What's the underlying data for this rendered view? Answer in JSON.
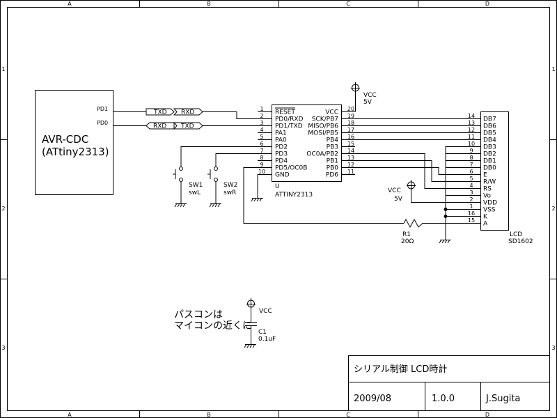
{
  "frame": {
    "col_letters": [
      "A",
      "B",
      "C",
      "D"
    ],
    "row_numbers": [
      "1",
      "2",
      "3"
    ]
  },
  "avr_cdc": {
    "title": "AVR-CDC",
    "subtitle": "(ATtiny2313)",
    "pin_pd1": "PD1",
    "pin_pd0": "PD0"
  },
  "signals": {
    "txd": "TXD",
    "rxd": "RXD"
  },
  "mcu": {
    "ref": "U",
    "part": "ATTINY2313",
    "left_pins": [
      {
        "num": "1",
        "name": "RESET"
      },
      {
        "num": "2",
        "name": "PD0/RXD"
      },
      {
        "num": "3",
        "name": "PD1/TXD"
      },
      {
        "num": "4",
        "name": "PA1"
      },
      {
        "num": "5",
        "name": "PA0"
      },
      {
        "num": "6",
        "name": "PD2"
      },
      {
        "num": "7",
        "name": "PD3"
      },
      {
        "num": "8",
        "name": "PD4"
      },
      {
        "num": "9",
        "name": "PD5/OC0B"
      },
      {
        "num": "10",
        "name": "GND"
      }
    ],
    "right_pins": [
      {
        "num": "20",
        "name": "VCC"
      },
      {
        "num": "19",
        "name": "SCK/PB7"
      },
      {
        "num": "18",
        "name": "MISO/PB6"
      },
      {
        "num": "17",
        "name": "MOSI/PB5"
      },
      {
        "num": "16",
        "name": "PB4"
      },
      {
        "num": "15",
        "name": "PB3"
      },
      {
        "num": "14",
        "name": "OC0A/PB2"
      },
      {
        "num": "13",
        "name": "PB1"
      },
      {
        "num": "12",
        "name": "PB0"
      },
      {
        "num": "11",
        "name": "PD6"
      }
    ]
  },
  "vcc_top": {
    "label": "VCC",
    "value": "5V"
  },
  "vcc_lcd": {
    "label": "VCC",
    "value": "5V"
  },
  "vcc_cap": {
    "label": "VCC"
  },
  "sw1": {
    "ref": "SW1",
    "name": "swL"
  },
  "sw2": {
    "ref": "SW2",
    "name": "swR"
  },
  "r1": {
    "ref": "R1",
    "value": "20Ω"
  },
  "c1": {
    "ref": "C1",
    "value": "0.1uF"
  },
  "lcd": {
    "ref": "LCD",
    "part": "SD1602",
    "pins": [
      {
        "num": "14",
        "name": "DB7"
      },
      {
        "num": "13",
        "name": "DB6"
      },
      {
        "num": "12",
        "name": "DB5"
      },
      {
        "num": "11",
        "name": "DB4"
      },
      {
        "num": "10",
        "name": "DB3"
      },
      {
        "num": "9",
        "name": "DB2"
      },
      {
        "num": "8",
        "name": "DB1"
      },
      {
        "num": "7",
        "name": "DB0"
      },
      {
        "num": "6",
        "name": "E"
      },
      {
        "num": "5",
        "name": "R/W"
      },
      {
        "num": "4",
        "name": "RS"
      },
      {
        "num": "3",
        "name": "Vo"
      },
      {
        "num": "2",
        "name": "VDD"
      },
      {
        "num": "1",
        "name": "VSS"
      },
      {
        "num": "16",
        "name": "K"
      },
      {
        "num": "15",
        "name": "A"
      }
    ]
  },
  "note": {
    "line1": "パスコンは",
    "line2": "マイコンの近くに"
  },
  "title_block": {
    "title": "シリアル制御 LCD時計",
    "date": "2009/08",
    "version": "1.0.0",
    "author": "J.Sugita"
  }
}
